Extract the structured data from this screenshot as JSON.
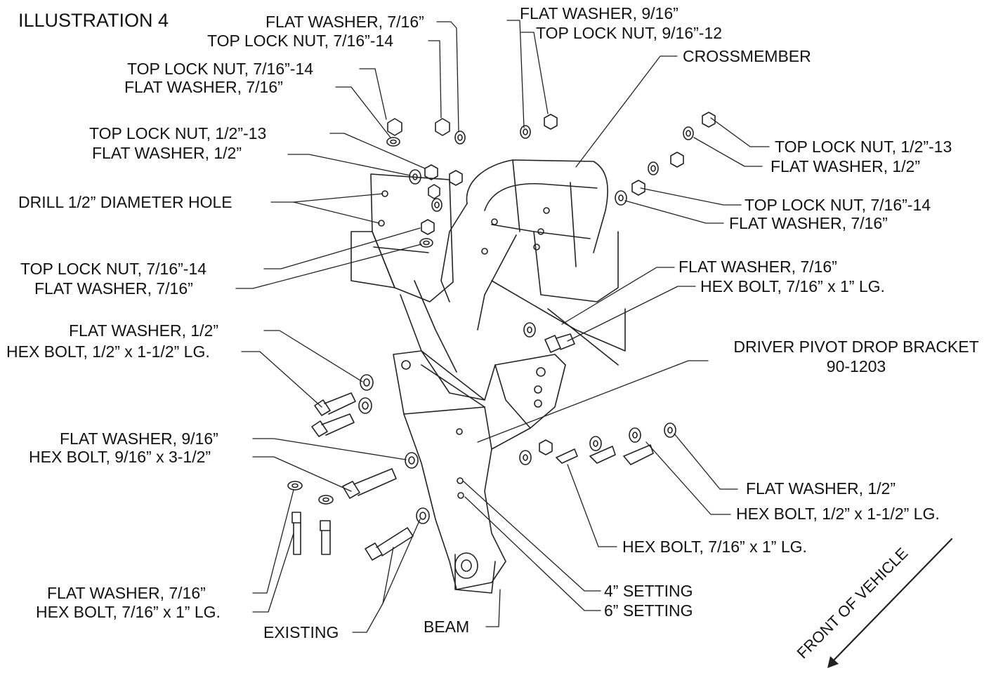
{
  "title": "ILLUSTRATION 4",
  "labels": {
    "flat_washer_7_16_top": "FLAT WASHER, 7/16”",
    "top_lock_nut_7_16_top": "TOP LOCK NUT, 7/16”-14",
    "top_lock_nut_7_16_left": "TOP LOCK NUT, 7/16”-14",
    "flat_washer_7_16_left": "FLAT WASHER, 7/16”",
    "top_lock_nut_1_2_left": "TOP LOCK NUT, 1/2”-13",
    "flat_washer_1_2_left": "FLAT WASHER, 1/2”",
    "drill_hole": "DRILL 1/2” DIAMETER HOLE",
    "top_lock_nut_7_16_mid": "TOP LOCK NUT, 7/16”-14",
    "flat_washer_7_16_mid": "FLAT WASHER, 7/16”",
    "flat_washer_1_2_lower_left": "FLAT WASHER, 1/2”",
    "hex_bolt_1_2_left": "HEX BOLT, 1/2” x 1-1/2” LG.",
    "flat_washer_9_16_lower": "FLAT WASHER, 9/16”",
    "hex_bolt_9_16": "HEX BOLT, 9/16” x 3-1/2”",
    "flat_washer_7_16_bottom": "FLAT WASHER, 7/16”",
    "hex_bolt_7_16_bottom": "HEX BOLT, 7/16” x 1” LG.",
    "existing": "EXISTING",
    "beam": "BEAM",
    "flat_washer_9_16_top": "FLAT WASHER, 9/16”",
    "top_lock_nut_9_16": "TOP LOCK NUT, 9/16”-12",
    "crossmember": "CROSSMEMBER",
    "top_lock_nut_1_2_right": "TOP LOCK NUT, 1/2”-13",
    "flat_washer_1_2_right": "FLAT WASHER, 1/2”",
    "top_lock_nut_7_16_right": "TOP LOCK NUT, 7/16”-14",
    "flat_washer_7_16_right": "FLAT WASHER, 7/16”",
    "flat_washer_7_16_center": "FLAT WASHER, 7/16”",
    "hex_bolt_7_16_center": "HEX BOLT, 7/16” x 1” LG.",
    "bracket_name": "DRIVER PIVOT DROP BRACKET",
    "bracket_number": "90-1203",
    "flat_washer_1_2_lower_right": "FLAT WASHER, 1/2”",
    "hex_bolt_1_2_right": "HEX BOLT, 1/2” x 1-1/2” LG.",
    "hex_bolt_7_16_lower": "HEX BOLT, 7/16” x 1” LG.",
    "setting_4": "4” SETTING",
    "setting_6": "6” SETTING",
    "front_of_vehicle": "FRONT OF VEHICLE"
  }
}
